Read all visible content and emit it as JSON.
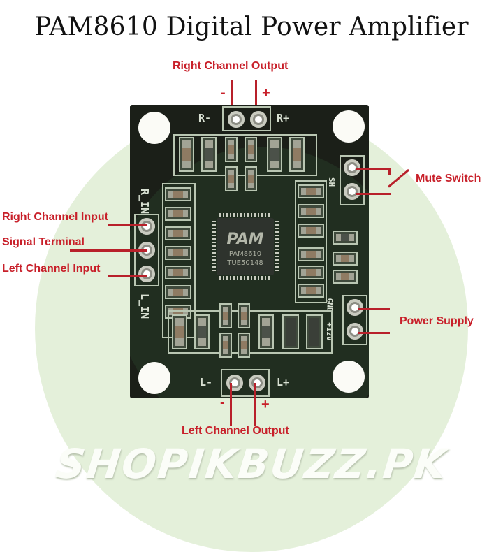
{
  "title": "PAM8610 Digital Power Amplifier",
  "labels": {
    "right_channel_output": "Right Channel Output",
    "left_channel_output": "Left Channel Output",
    "mute_switch": "Mute Switch",
    "right_channel_input": "Right Channel Input",
    "signal_terminal": "Signal Terminal",
    "left_channel_input": "Left Channel Input",
    "power_supply": "Power Supply",
    "minus": "-",
    "plus": "+"
  },
  "board": {
    "silkscreen": {
      "r_minus": "R-",
      "r_plus": "R+",
      "l_minus": "L-",
      "l_plus": "L+",
      "r_in": "R_IN",
      "l_in": "L_IN",
      "sh": "SH",
      "gnd": "GND",
      "v12": "+12V"
    },
    "chip": {
      "logo": "PAM",
      "model": "PAM8610",
      "lot": "TUE50148"
    }
  },
  "watermark": "SHOPIKBUZZ.PK",
  "colors": {
    "label_red": "#c8202a",
    "board_black": "#1b1f18",
    "background_circle": "#e4f0da"
  }
}
